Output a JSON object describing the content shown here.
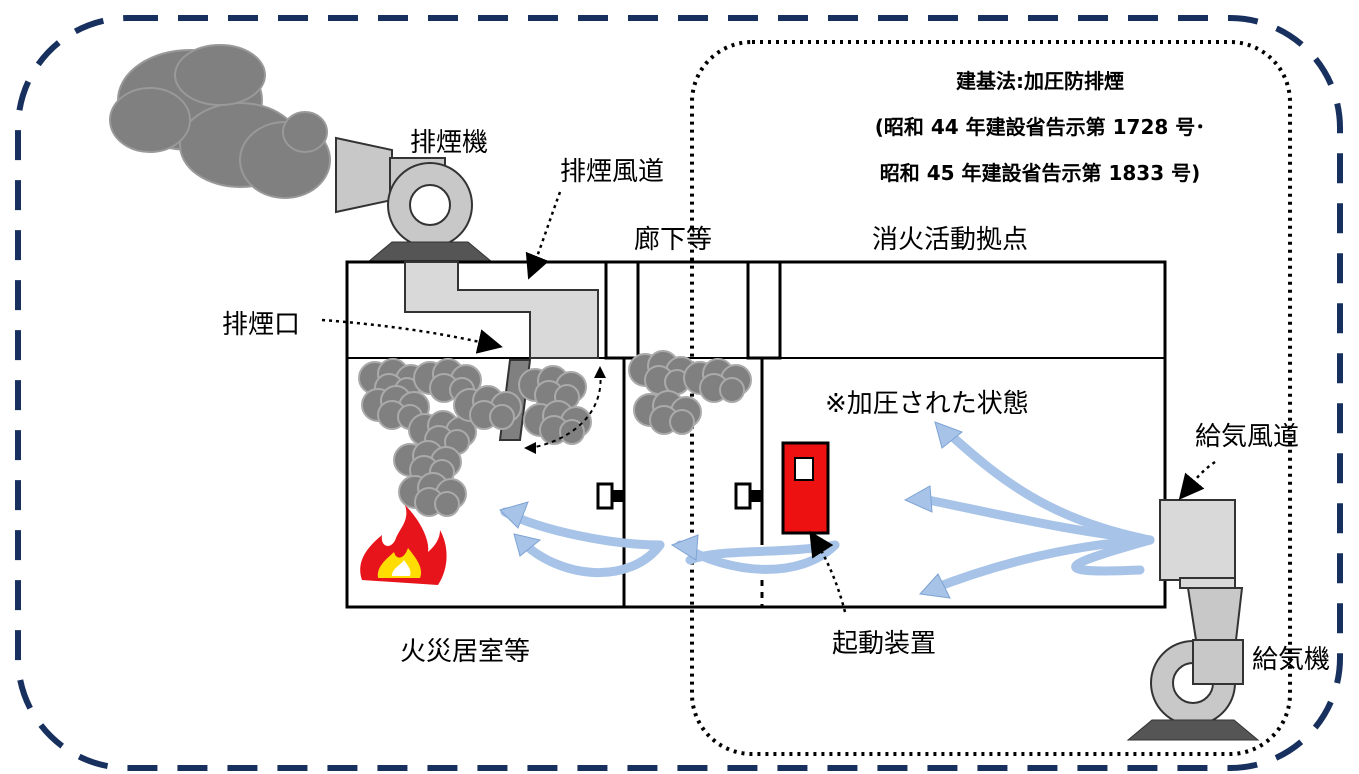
{
  "labels": {
    "exhaust_fan": "排煙機",
    "exhaust_duct": "排煙風道",
    "exhaust_port": "排煙口",
    "corridor": "廊下等",
    "fire_base": "消火活動拠点",
    "pressurized_note": "※加圧された状態",
    "supply_duct": "給気風道",
    "supply_fan": "給気機",
    "fire_room": "火災居室等",
    "actuator": "起動装置"
  },
  "law_box": {
    "title": "建基法:加圧防排煙",
    "ref_line1": "(昭和 44 年建設省告示第 1728 号･",
    "ref_line2": "昭和 45 年建設省告示第 1833 号)"
  },
  "colors": {
    "outer_dash": "#17305e",
    "smoke": "#808080",
    "airflow": "#a7c3e8",
    "actuator": "#ee1111",
    "duct": "#d9d9d9"
  }
}
